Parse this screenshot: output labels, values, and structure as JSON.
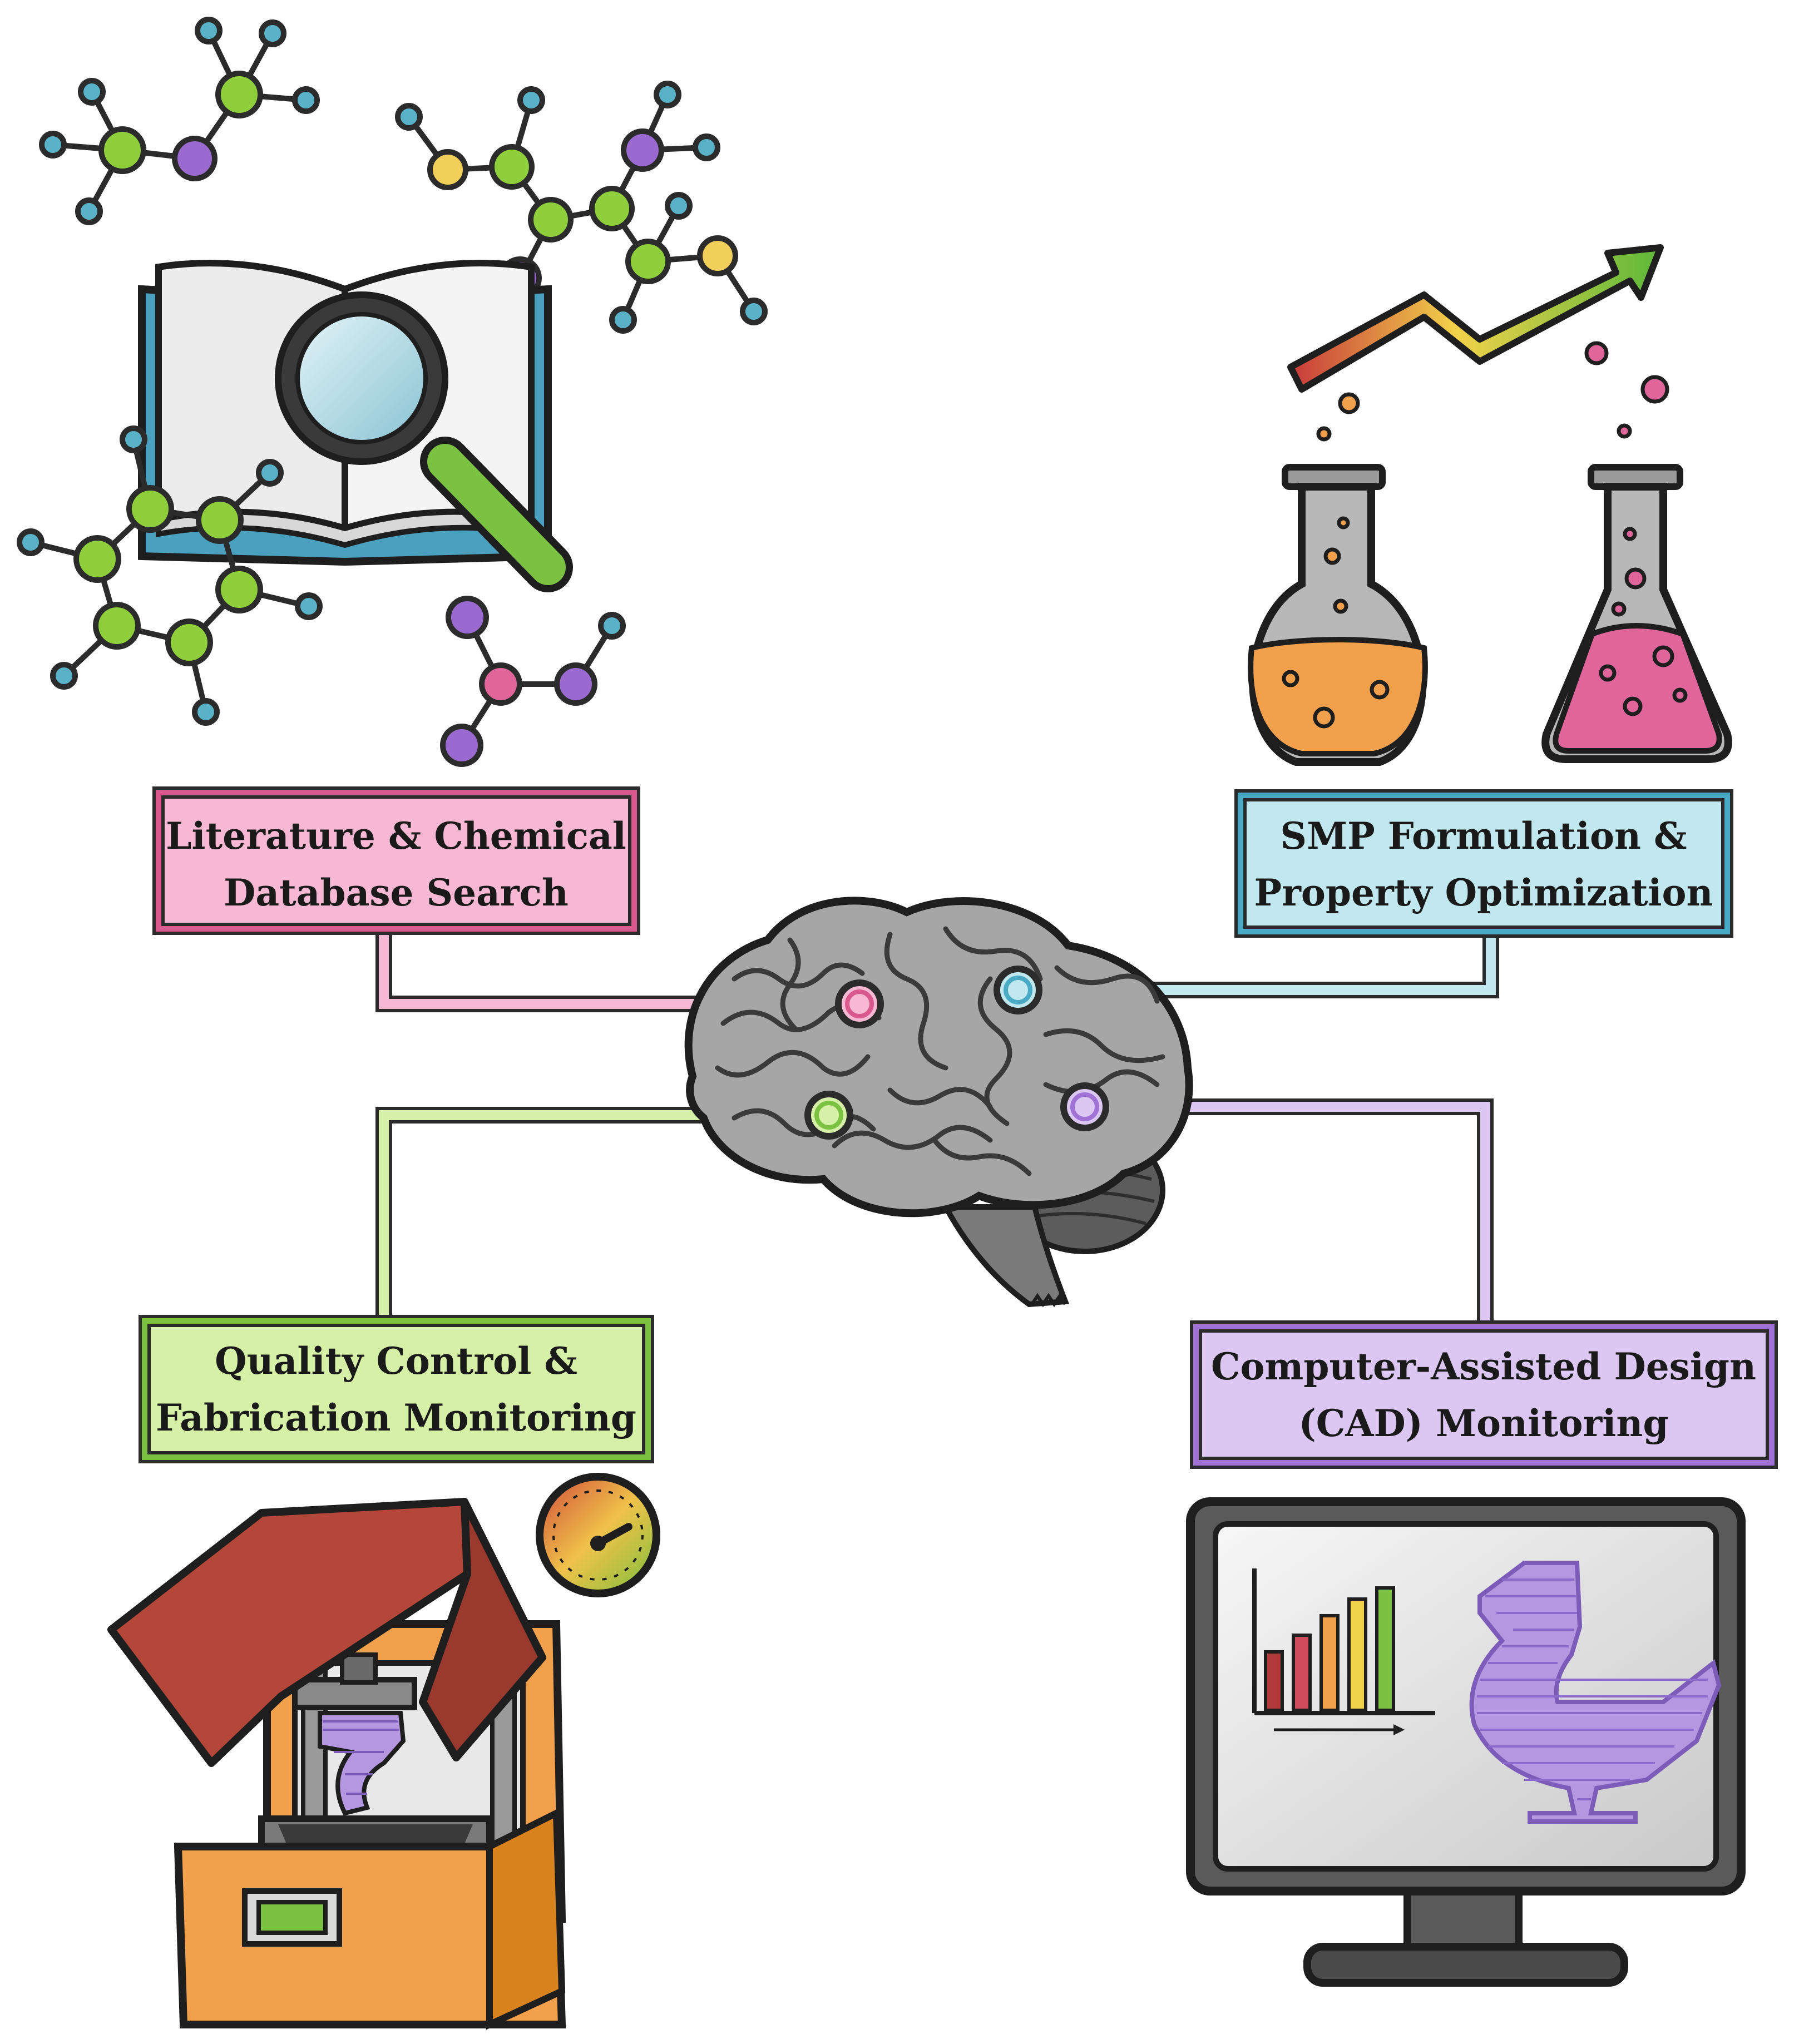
{
  "boxes": {
    "literature": {
      "line1": "Literature & Chemical",
      "line2": "Database Search",
      "fill": "#f7b8d3",
      "stroke": "#d9598f"
    },
    "smp": {
      "line1": "SMP Formulation &",
      "line2": "Property Optimization",
      "fill": "#c1e8ef",
      "stroke": "#4aa9c4"
    },
    "quality": {
      "line1": "Quality Control &",
      "line2": "Fabrication Monitoring",
      "fill": "#d6f0a8",
      "stroke": "#7cc242"
    },
    "cad": {
      "line1": "Computer-Assisted Design",
      "line2": "(CAD) Monitoring",
      "fill": "#dcc7f3",
      "stroke": "#a072d6"
    }
  },
  "illustrations": {
    "literature": [
      "book-icon",
      "magnifier-icon",
      "molecule-icon"
    ],
    "smp": [
      "trend-arrow-icon",
      "round-flask-icon",
      "erlenmeyer-flask-icon"
    ],
    "quality": [
      "3d-printer-icon",
      "gauge-icon"
    ],
    "cad": [
      "monitor-icon",
      "bar-chart-icon",
      "duck-model-icon"
    ],
    "center": [
      "brain-icon"
    ]
  },
  "colors": {
    "molecule_green": "#8fcf3c",
    "molecule_purple": "#9b6ad0",
    "molecule_blue": "#5ab2c8",
    "molecule_yellow": "#f1cf5a",
    "molecule_pink": "#e0659a",
    "brain_gray": "#a6a6a6",
    "printer_orange": "#f2a04c",
    "printer_lid": "#b5473a",
    "outline": "#2b2b2b"
  }
}
